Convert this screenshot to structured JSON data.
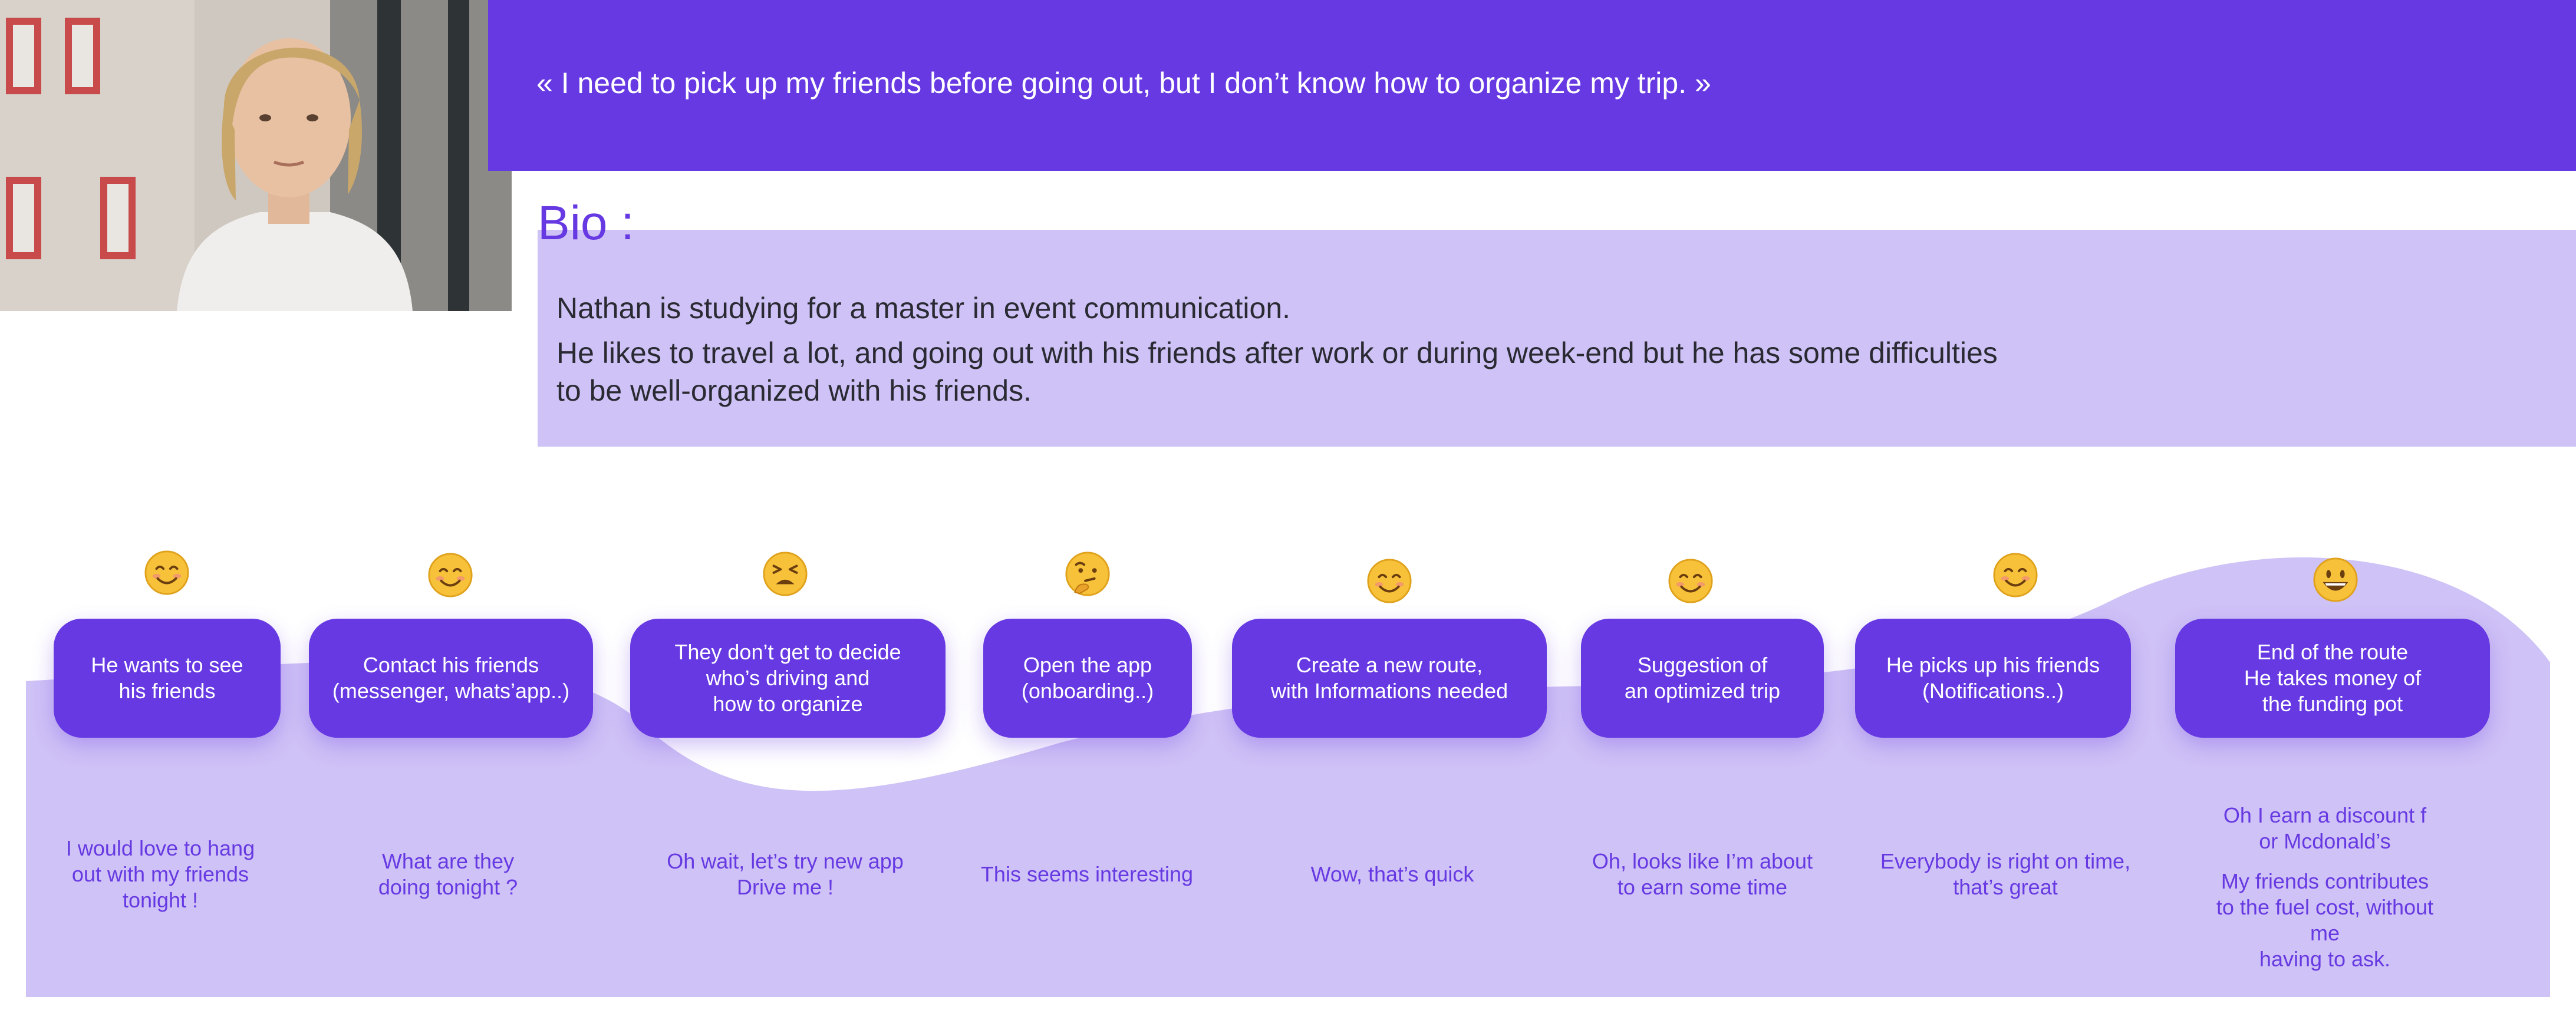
{
  "persona": {
    "quote": "« I need to pick up my friends before going out, but I don’t know how to organize my trip. »",
    "bio_title": "Bio :",
    "bio_lines": [
      "Nathan is studying for a master in event communication.",
      "He likes to travel a lot, and going out with his friends after work or during week-end but he has some difficulties",
      "to be well-organized with his friends."
    ]
  },
  "colors": {
    "accent": "#6639e2",
    "light": "#cfc2f6",
    "text": "#2a2a33"
  },
  "journey": {
    "steps": [
      {
        "emoji": "smiling-face-icon",
        "action": "He wants to see\nhis friends",
        "thought": "I would love to hang\nout with my friends\ntonight !"
      },
      {
        "emoji": "smiling-face-icon",
        "action": "Contact his friends\n(messenger, whats’app..)",
        "thought": "What are they\ndoing tonight ?"
      },
      {
        "emoji": "tired-face-icon",
        "action": "They don’t get to decide\nwho’s driving and\nhow to organize",
        "thought": "Oh wait, let’s try new app\nDrive me !"
      },
      {
        "emoji": "thinking-face-icon",
        "action": "Open the app\n(onboarding..)",
        "thought": "This seems interesting"
      },
      {
        "emoji": "smiling-face-icon",
        "action": "Create a new route,\nwith Informations needed",
        "thought": "Wow, that’s quick"
      },
      {
        "emoji": "smiling-face-icon",
        "action": "Suggestion of\nan optimized trip",
        "thought": "Oh, looks like I’m about\nto earn some time"
      },
      {
        "emoji": "smiling-face-icon",
        "action": "He picks up his friends\n(Notifications..)",
        "thought": "Everybody is right on time,\nthat’s great"
      },
      {
        "emoji": "grinning-face-icon",
        "action": "End of the route\nHe takes money of\nthe funding pot",
        "thought": "Oh I earn a discount f\nor Mcdonald’s",
        "thought2": "My friends contributes\nto the fuel cost, without me\nhaving to ask."
      }
    ]
  }
}
